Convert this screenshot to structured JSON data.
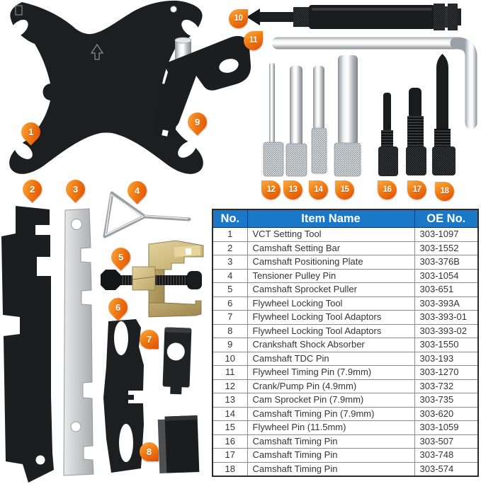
{
  "colors": {
    "table_header_blue": "#1b78c8",
    "marker_orange_light": "#f8a33b",
    "marker_orange_dark": "#e25106"
  },
  "table": {
    "header": {
      "no": "No.",
      "item": "Item Name",
      "oe": "OE No."
    },
    "rows": [
      {
        "no": "1",
        "item": "VCT Setting Tool",
        "oe": "303-1097"
      },
      {
        "no": "2",
        "item": "Camshaft Setting Bar",
        "oe": "303-1552"
      },
      {
        "no": "3",
        "item": "Camshaft Positioning Plate",
        "oe": "303-376B"
      },
      {
        "no": "4",
        "item": "Tensioner Pulley Pin",
        "oe": "303-1054"
      },
      {
        "no": "5",
        "item": "Camshaft Sprocket Puller",
        "oe": "303-651"
      },
      {
        "no": "6",
        "item": "Flywheel Locking Tool",
        "oe": "303-393A"
      },
      {
        "no": "7",
        "item": "Flywheel Locking Tool Adaptors",
        "oe": "303-393-01"
      },
      {
        "no": "8",
        "item": "Flywheel Locking Tool Adaptors",
        "oe": "303-393-02"
      },
      {
        "no": "9",
        "item": "Crankshaft Shock Absorber",
        "oe": "303-1550"
      },
      {
        "no": "10",
        "item": "Camshaft TDC Pin",
        "oe": "303-193"
      },
      {
        "no": "11",
        "item": "Flywheel Timing Pin (7.9mm)",
        "oe": "303-1270"
      },
      {
        "no": "12",
        "item": "Crank/Pump Pin (4.9mm)",
        "oe": "303-732"
      },
      {
        "no": "13",
        "item": "Cam Sprocket Pin (7.9mm)",
        "oe": "303-735"
      },
      {
        "no": "14",
        "item": "Camshaft Timing Pin (7.9mm)",
        "oe": "303-620"
      },
      {
        "no": "15",
        "item": "Flywheel Pin (11.5mm)",
        "oe": "303-1059"
      },
      {
        "no": "16",
        "item": "Camshaft Timing Pin",
        "oe": "303-507"
      },
      {
        "no": "17",
        "item": "Camshaft Timing Pin",
        "oe": "303-748"
      },
      {
        "no": "18",
        "item": "Camshaft Timing Pin",
        "oe": "303-574"
      }
    ]
  }
}
